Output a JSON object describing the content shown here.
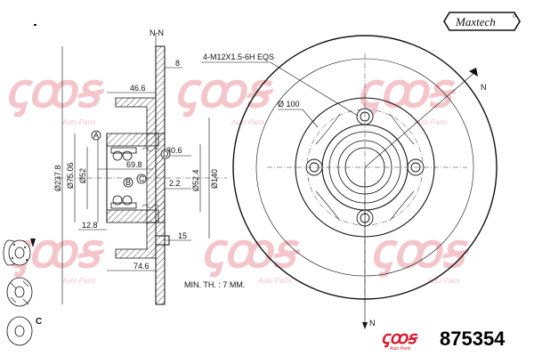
{
  "brand": {
    "logo_text": "Maxtech",
    "watermark_text": "ꞔꝏꞩ",
    "watermark_sub": "Auto Parts",
    "accent_color": "#d6192b",
    "watermark_color": "#f4c6cb"
  },
  "part_number": "875354",
  "section_label": "N-N",
  "section_mark": "N",
  "dimensions": {
    "outer_diameter": "Ø237.8",
    "d_75": "Ø75.06",
    "d_52": "Ø52",
    "d_52_4": "Ø52.4",
    "d_140": "Ø140",
    "d_100": "Ø 100",
    "width_8": "8",
    "width_46_6": "46.6",
    "width_30_6": "30.6",
    "width_69_8": "69.8",
    "width_2_2": "2.2",
    "width_12_8": "12.8",
    "width_15": "15",
    "width_74_6": "74.6",
    "thread_spec": "4-M12X1.5-6H EQS",
    "min_thickness": "MIN. TH. : 7 MM."
  },
  "callouts": [
    "A",
    "B",
    "C",
    "D"
  ],
  "icons": [
    "drilled-disc-icon",
    "grooved-disc-icon",
    "coated-disc-icon"
  ]
}
